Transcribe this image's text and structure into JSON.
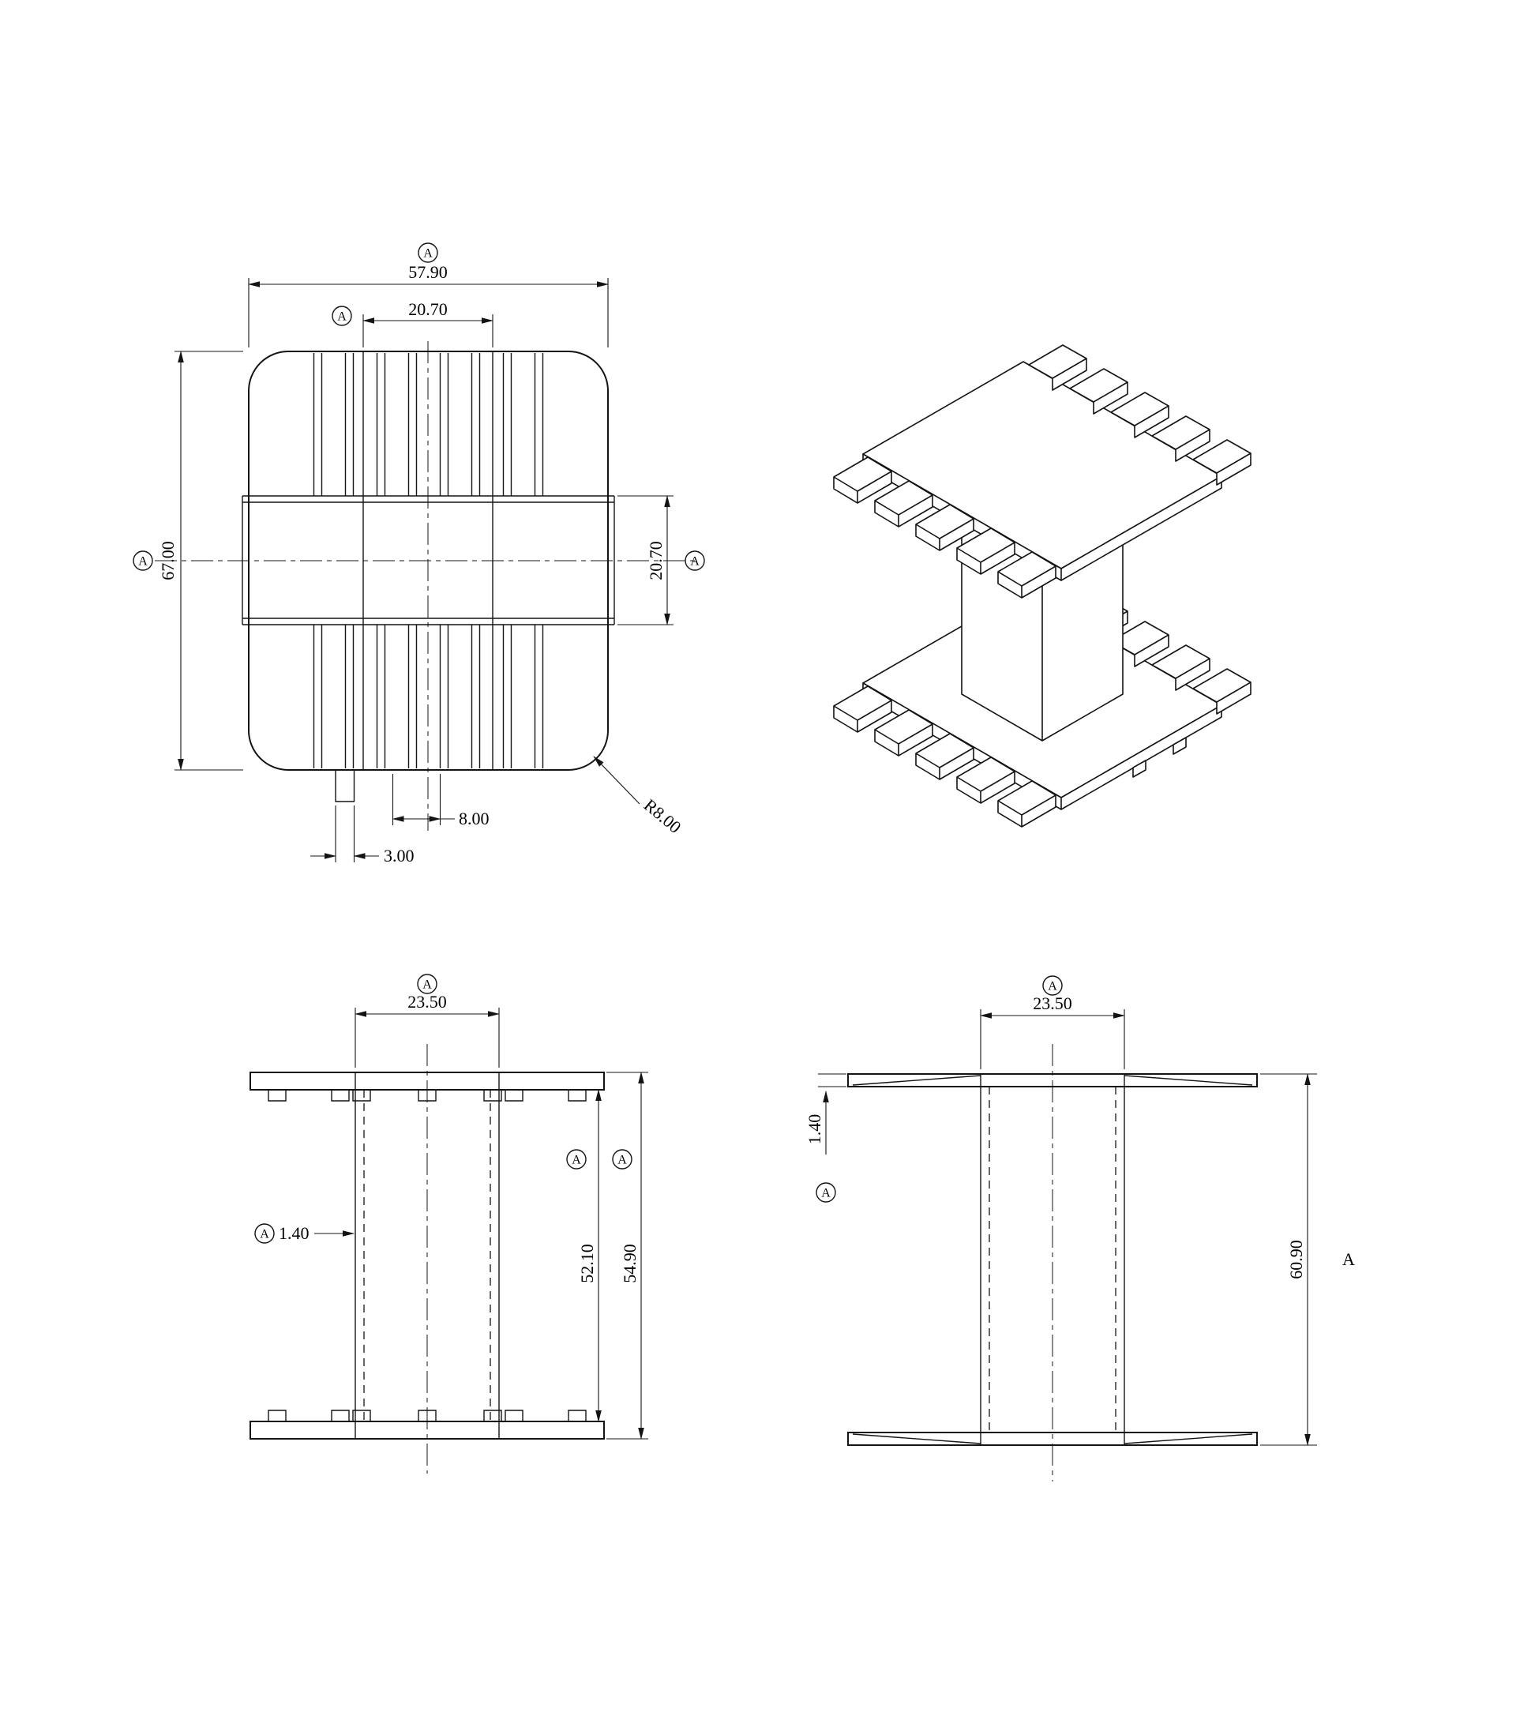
{
  "symbols": {
    "finish": "A",
    "section": "A"
  },
  "top_view": {
    "overall_width": "57.90",
    "slot_group_width": "20.70",
    "overall_height": "67.00",
    "center_band_height": "20.70",
    "pin_pitch": "8.00",
    "pin_width": "3.00",
    "corner_radius": "R8.00"
  },
  "front_view": {
    "core_width": "23.50",
    "wall_thickness": "1.40",
    "inner_height": "52.10",
    "overall_height": "54.90"
  },
  "side_view": {
    "core_width": "23.50",
    "flange_thickness": "1.40",
    "overall_height": "60.90"
  }
}
